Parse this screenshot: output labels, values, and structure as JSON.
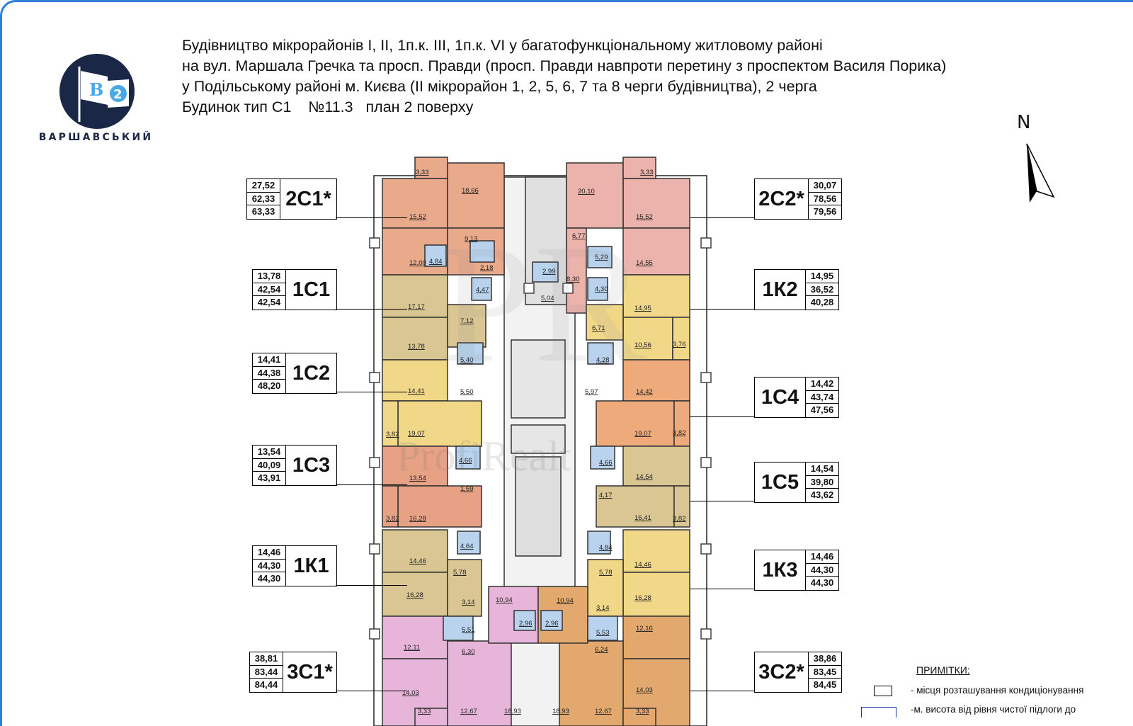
{
  "logo": {
    "letter": "B",
    "number": "2",
    "name": "ВАРШАВСЬКИЙ",
    "colors": {
      "navy": "#1b2747",
      "sky": "#4aa8e8"
    }
  },
  "title_lines": [
    "Будівництво мікрорайонів І, ІІ, 1п.к. ІІІ, 1п.к. VI у багатофункціональному житловому районі",
    "на вул. Маршала Гречка та просп. Правди (просп. Правди навпроти перетину з проспектом Василя Порика)",
    "у Подільському районі м. Києва (ІІ мікрорайон 1, 2, 5, 6, 7 та 8 черги будівництва), 2 черга",
    "Будинок тип С1    №11.3   план 2 поверху"
  ],
  "north": "N",
  "watermark": "ProfiRealt",
  "watermark_letters": "PR",
  "apartments_left": [
    {
      "code": "2С1*",
      "areas": [
        "27,52",
        "62,33",
        "63,33"
      ]
    },
    {
      "code": "1С1",
      "areas": [
        "13,78",
        "42,54",
        "42,54"
      ]
    },
    {
      "code": "1С2",
      "areas": [
        "14,41",
        "44,38",
        "48,20"
      ]
    },
    {
      "code": "1С3",
      "areas": [
        "13,54",
        "40,09",
        "43,91"
      ]
    },
    {
      "code": "1К1",
      "areas": [
        "14,46",
        "44,30",
        "44,30"
      ]
    },
    {
      "code": "3С1*",
      "areas": [
        "38,81",
        "83,44",
        "84,44"
      ]
    }
  ],
  "apartments_right": [
    {
      "code": "2С2*",
      "areas": [
        "30,07",
        "78,56",
        "79,56"
      ]
    },
    {
      "code": "1К2",
      "areas": [
        "14,95",
        "36,52",
        "40,28"
      ]
    },
    {
      "code": "1С4",
      "areas": [
        "14,42",
        "43,74",
        "47,56"
      ]
    },
    {
      "code": "1С5",
      "areas": [
        "14,54",
        "39,80",
        "43,62"
      ]
    },
    {
      "code": "1К3",
      "areas": [
        "14,46",
        "44,30",
        "44,30"
      ]
    },
    {
      "code": "3С2*",
      "areas": [
        "38,86",
        "83,45",
        "84,45"
      ]
    }
  ],
  "room_labels": [
    "3,33",
    "18,66",
    "15,52",
    "9,13",
    "12,00",
    "4,84",
    "2,18",
    "4,47",
    "17,17",
    "7,12",
    "13,78",
    "5,40",
    "14,41",
    "5,50",
    "3,82",
    "19,07",
    "4,66",
    "13,54",
    "1,59",
    "3,82",
    "16,28",
    "4,64",
    "14,46",
    "5,78",
    "16,28",
    "3,14",
    "10,94",
    "2,96",
    "12,11",
    "5,51",
    "6,30",
    "14,03",
    "3,33",
    "12,67",
    "18,93",
    "3,33",
    "20,10",
    "15,52",
    "6,77",
    "5,29",
    "14,55",
    "2,99",
    "8,30",
    "4,30",
    "5,04",
    "14,95",
    "6,71",
    "10,56",
    "3,76",
    "4,28",
    "5,97",
    "14,42",
    "19,07",
    "3,82",
    "4,66",
    "14,54",
    "4,17",
    "16,41",
    "3,82",
    "4,84",
    "5,78",
    "14,46",
    "16,28",
    "3,14",
    "10,94",
    "2,96",
    "5,53",
    "12,16",
    "6,24",
    "14,03",
    "18,93",
    "12,67",
    "3,33"
  ],
  "colors": {
    "salmon": "#e9a98b",
    "pink": "#ecb2ac",
    "yellow": "#f1d889",
    "khaki": "#d9c693",
    "orange": "#eeaa7a",
    "peach": "#e7a184",
    "lilac": "#e6b5d9",
    "ochre": "#e3a86e",
    "bath": "#b9d3ef",
    "core": "#f2f2f2"
  },
  "notes": {
    "title": "ПРИМІТКИ:",
    "items": [
      "- місця розташування кондиціонування",
      "-м. висота від рівня чистої підлоги до"
    ]
  }
}
